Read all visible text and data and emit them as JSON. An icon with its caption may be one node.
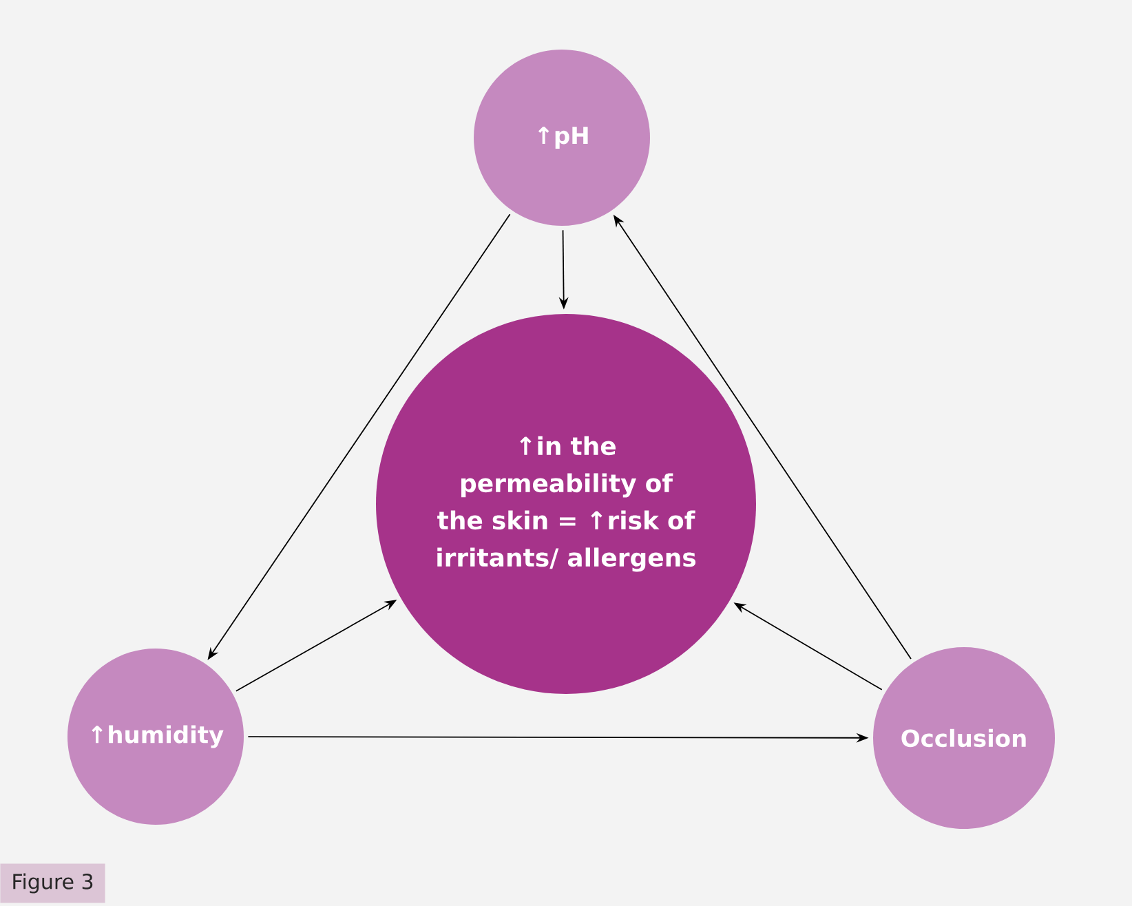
{
  "diagram": {
    "caption": "Figure 3",
    "nodes": [
      {
        "text": [
          "↑pH"
        ]
      },
      {
        "text": [
          "↑in the permeability of the skin = ↑risk of irritants/ allergens"
        ]
      },
      {
        "text": [
          "↑humidity"
        ]
      },
      {
        "text": [
          "Occlusion"
        ]
      }
    ],
    "edges": [
      {
        "from": 0,
        "to": 1,
        "arrow": "to"
      },
      {
        "from": 0,
        "to": 2,
        "arrow": "to"
      },
      {
        "from": 3,
        "to": 0,
        "arrow": "to"
      },
      {
        "from": 2,
        "to": 1,
        "arrow": "to"
      },
      {
        "from": 2,
        "to": 3,
        "arrow": "to"
      },
      {
        "from": 3,
        "to": 1,
        "arrow": "to"
      }
    ]
  }
}
